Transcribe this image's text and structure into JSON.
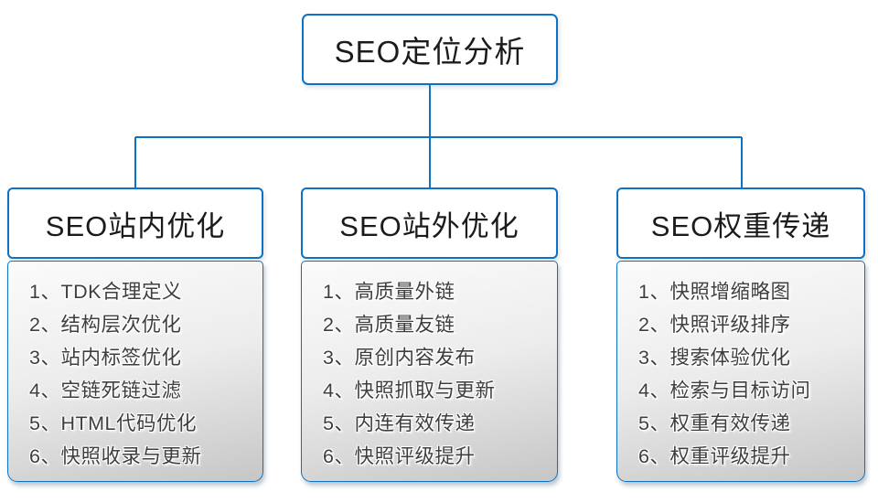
{
  "colors": {
    "accent": "#0b72c6",
    "node_background": "#ffffff",
    "header_text": "#1b1b1b",
    "item_text": "#3e3e3e",
    "body_gradient_top": "#fbfbfb",
    "body_gradient_bottom": "#c6c6c6"
  },
  "root": {
    "label": "SEO定位分析"
  },
  "branches": [
    {
      "title": "SEO站内优化",
      "items": [
        "1、TDK合理定义",
        "2、结构层次优化",
        "3、站内标签优化",
        "4、空链死链过滤",
        "5、HTML代码优化",
        "6、快照收录与更新"
      ]
    },
    {
      "title": "SEO站外优化",
      "items": [
        "1、高质量外链",
        "2、高质量友链",
        "3、原创内容发布",
        "4、快照抓取与更新",
        "5、内连有效传递",
        "6、快照评级提升"
      ]
    },
    {
      "title": "SEO权重传递",
      "items": [
        "1、快照增缩略图",
        "2、快照评级排序",
        "3、搜索体验优化",
        "4、检索与目标访问",
        "5、权重有效传递",
        "6、权重评级提升"
      ]
    }
  ]
}
